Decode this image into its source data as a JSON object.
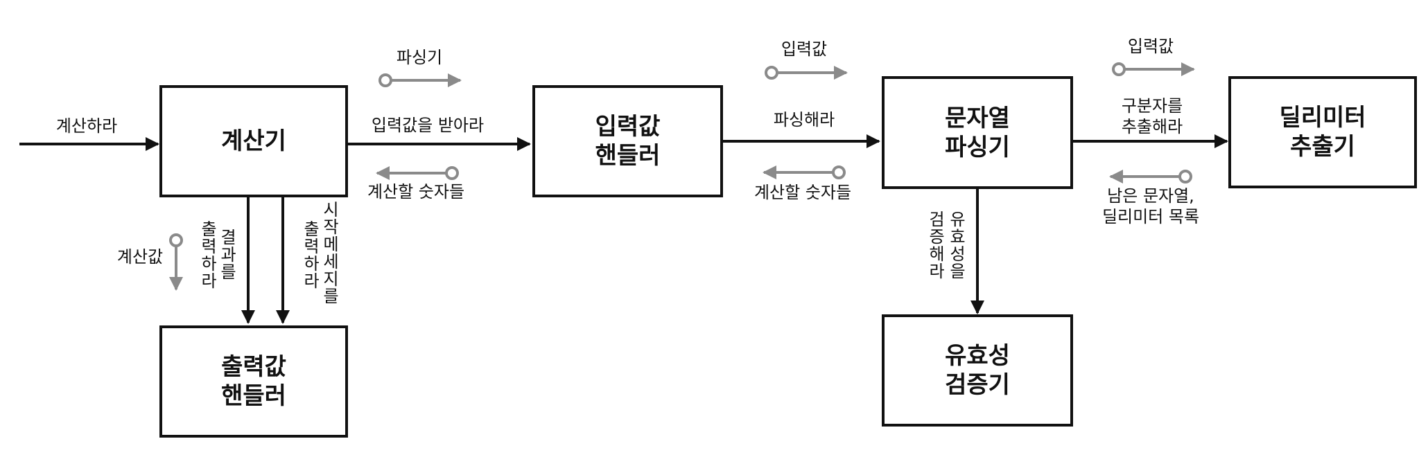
{
  "boxes": {
    "calculator": "계산기",
    "input_handler": "입력값\n핸들러",
    "string_parser": "문자열\n파싱기",
    "delimiter_extractor": "딜리미터\n추출기",
    "output_handler": "출력값\n핸들러",
    "validator": "유효성\n검증기"
  },
  "messages": {
    "calculate": "계산하라",
    "parser_return": "파싱기",
    "get_input": "입력값을 받아라",
    "numbers_to_calc_1": "계산할 숫자들",
    "input_value_1": "입력값",
    "parse": "파싱해라",
    "numbers_to_calc_2": "계산할 숫자들",
    "input_value_2": "입력값",
    "extract_delimiter": "구분자를\n추출해라",
    "remaining": "남은 문자열,\n딜리미터 목록",
    "validate_col1": "유효",
    "validate_col2": "검증해라",
    "validate_col1b": "성을",
    "calc_value": "계산값",
    "print_result_col1": "출력하라",
    "print_result_col2": "결과를",
    "print_start_col1": "출력하라",
    "print_start_col2": "시작메세지를"
  },
  "colors": {
    "main": "#111111",
    "return": "#8a8a8a"
  }
}
